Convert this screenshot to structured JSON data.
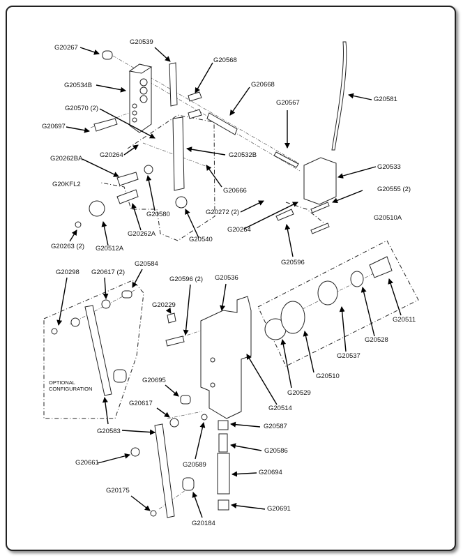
{
  "diagram": {
    "type": "exploded parts diagram",
    "parts": {
      "g20267": "G20267",
      "g20539": "G20539",
      "g20568": "G20568",
      "g20534b": "G20534B",
      "g20668": "G20668",
      "g20570": "G20570 (2)",
      "g20567": "G20567",
      "g20581": "G20581",
      "g20697": "G20697",
      "g20264a": "G20264",
      "g20532b": "G20532B",
      "g20262ba": "G20262BA",
      "g20533": "G20533",
      "g20kfl2": "G20KFL2",
      "g20555": "G20555 (2)",
      "g20666": "G20666",
      "g20580": "G20580",
      "g20272": "G20272 (2)",
      "g20510a": "G20510A",
      "g20262a": "G20262A",
      "g20264b": "G20264",
      "g20263": "G20263 (2)",
      "g20512a": "G20512A",
      "g20540": "G20540",
      "g20596": "G20596",
      "g20298": "G20298",
      "g20617_2": "G20617 (2)",
      "g20584": "G20584",
      "g20596_2": "G20596 (2)",
      "g20536": "G20536",
      "g20229": "G20229",
      "g20511": "G20511",
      "g20528": "G20528",
      "g20537": "G20537",
      "g20510": "G20510",
      "g20529": "G20529",
      "g20514": "G20514",
      "g20695": "G20695",
      "g20617": "G20617",
      "g20587": "G20587",
      "g20583": "G20583",
      "g20586": "G20586",
      "g20661": "G20661",
      "g20589": "G20589",
      "g20694": "G20694",
      "g20175": "G20175",
      "g20691": "G20691",
      "g20184": "G20184"
    },
    "note_line1": "OPTIONAL",
    "note_line2": "CONFIGURATION"
  }
}
